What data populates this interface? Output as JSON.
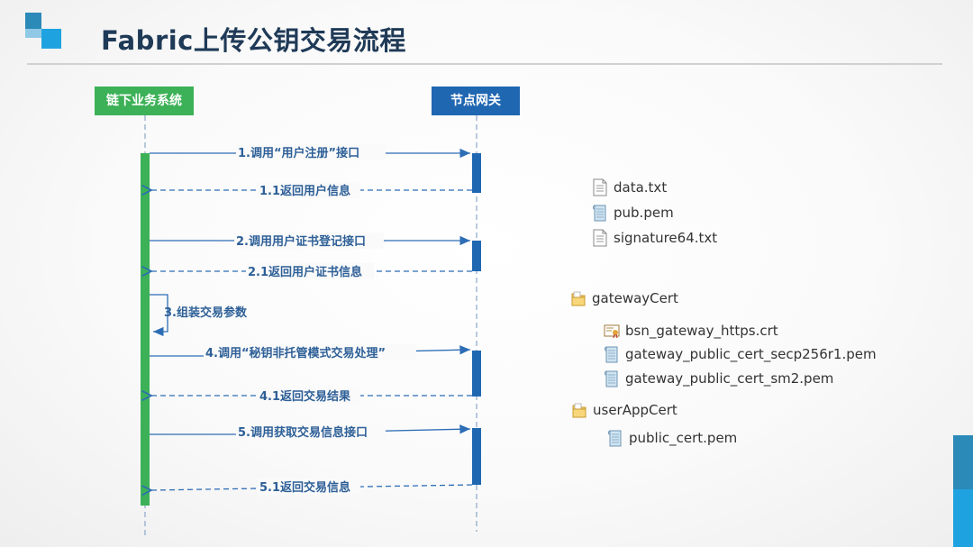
{
  "title": "Fabric上传公钥交易流程",
  "actors": {
    "left": "链下业务系统",
    "right": "节点网关"
  },
  "messages": [
    {
      "label": "1.调用“用户注册”接口",
      "direction": "request"
    },
    {
      "label": "1.1返回用户信息",
      "direction": "response"
    },
    {
      "label": "2.调用用户证书登记接口",
      "direction": "request"
    },
    {
      "label": "2.1返回用户证书信息",
      "direction": "response"
    },
    {
      "label": "3.组装交易参数",
      "direction": "self"
    },
    {
      "label": "4.调用“秘钥非托管模式交易处理”",
      "direction": "request"
    },
    {
      "label": "4.1返回交易结果",
      "direction": "response"
    },
    {
      "label": "5.调用获取交易信息接口",
      "direction": "request"
    },
    {
      "label": "5.1返回交易信息",
      "direction": "response"
    }
  ],
  "files": [
    {
      "name": "data.txt",
      "icon": "text-file-icon"
    },
    {
      "name": "pub.pem",
      "icon": "pem-file-icon"
    },
    {
      "name": "signature64.txt",
      "icon": "text-file-icon"
    },
    {
      "name": "gatewayCert",
      "icon": "folder-icon"
    },
    {
      "name": "bsn_gateway_https.crt",
      "icon": "certificate-icon"
    },
    {
      "name": "gateway_public_cert_secp256r1.pem",
      "icon": "pem-file-icon"
    },
    {
      "name": "gateway_public_cert_sm2.pem",
      "icon": "pem-file-icon"
    },
    {
      "name": "userAppCert",
      "icon": "folder-icon"
    },
    {
      "name": "public_cert.pem",
      "icon": "pem-file-icon"
    }
  ],
  "colors": {
    "left_actor": "#3cb157",
    "right_actor": "#2067b2",
    "arrow": "#2d6db5",
    "label": "#2d5f97",
    "logo_dark": "#2b8ab8",
    "logo_light": "#1fa3e0"
  }
}
